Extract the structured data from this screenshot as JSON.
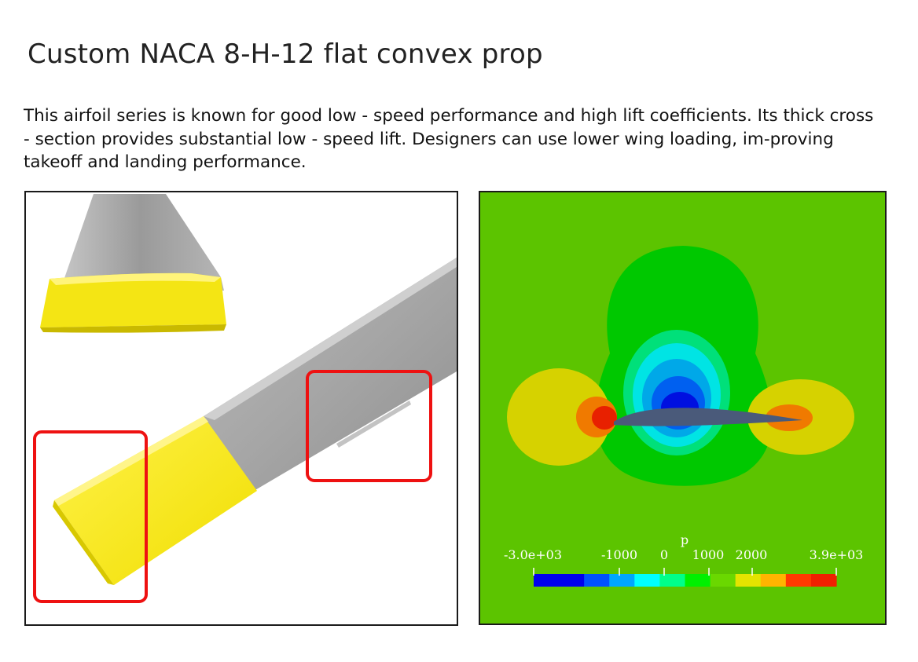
{
  "header": {
    "title": "Custom NACA 8-H-12 flat convex prop"
  },
  "description": {
    "text": "This airfoil series is known for good low - speed performance and high lift coefficients. Its thick cross - section provides substantial low - speed lift. Designers can use lower wing loading, im-proving takeoff and landing performance."
  },
  "photo_panel": {
    "highlight_color": "#ee1111",
    "blade_tip_color": "#f5e614",
    "blade_body_color": "#a9a9a9"
  },
  "cfd_panel": {
    "background_color": "#5cc400",
    "colorbar": {
      "variable": "p",
      "ticks": [
        "-3.0e+03",
        "-1000",
        "0",
        "1000",
        "2000",
        "3.9e+03"
      ],
      "colors": [
        "#0000ee",
        "#0000ee",
        "#0052ff",
        "#00a6ff",
        "#00ffff",
        "#00ff8a",
        "#00f000",
        "#6ad800",
        "#e4e400",
        "#ffb400",
        "#ff3a00",
        "#f02000"
      ]
    }
  }
}
